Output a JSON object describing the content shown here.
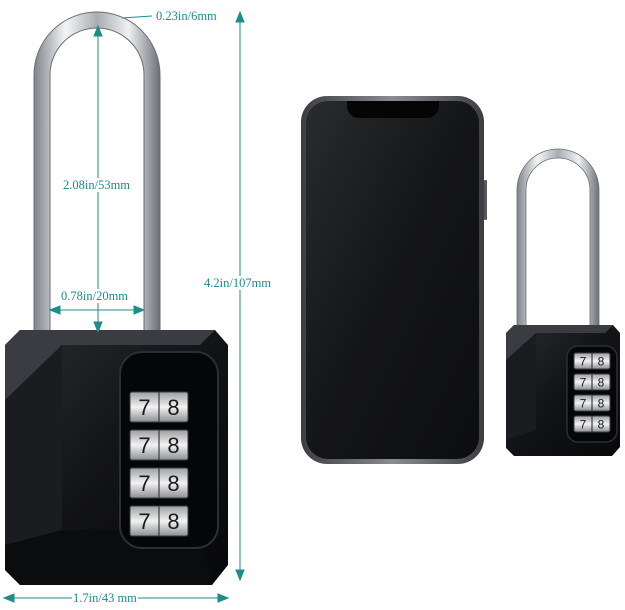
{
  "colors": {
    "dimension": "#1e8c8a",
    "lock_body": "#111214",
    "shackle": "#c9ccd0",
    "phone_frame": "#4a4c50",
    "phone_screen": "#151617",
    "dial": "#d8d8d8"
  },
  "dimensions": {
    "shackle_thickness": "0.23in/6mm",
    "shackle_height": "2.08in/53mm",
    "overall_height": "4.2in/107mm",
    "shackle_inner_width": "0.78in/20mm",
    "body_width": "1.7in/43 mm"
  },
  "large_lock": {
    "dials": [
      {
        "left": "7",
        "right": "8"
      },
      {
        "left": "7",
        "right": "8"
      },
      {
        "left": "7",
        "right": "8"
      },
      {
        "left": "7",
        "right": "8"
      }
    ]
  },
  "small_lock": {
    "dials": [
      {
        "left": "7",
        "right": "8"
      },
      {
        "left": "7",
        "right": "8"
      },
      {
        "left": "7",
        "right": "8"
      },
      {
        "left": "7",
        "right": "8"
      }
    ]
  }
}
